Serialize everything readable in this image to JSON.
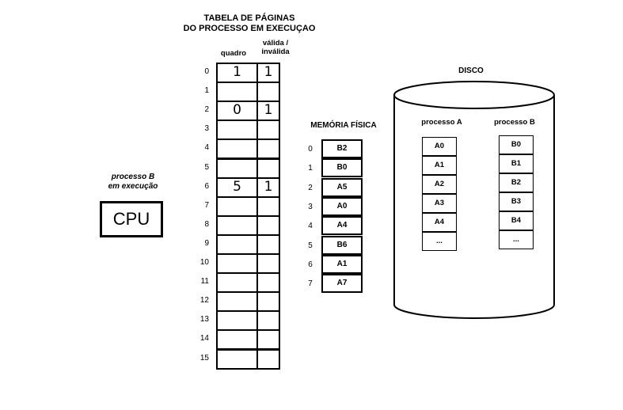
{
  "cpu": {
    "caption_line1": "processo B",
    "caption_line2": "em execução",
    "label": "CPU"
  },
  "page_table": {
    "title_line1": "TABELA DE PÁGINAS",
    "title_line2": "DO PROCESSO EM EXECUÇAO",
    "col_frame": "quadro",
    "col_valid_line1": "válida /",
    "col_valid_line2": "inválida",
    "rows": [
      {
        "index": "0",
        "frame": "1",
        "valid": "1"
      },
      {
        "index": "1",
        "frame": "",
        "valid": ""
      },
      {
        "index": "2",
        "frame": "0",
        "valid": "1"
      },
      {
        "index": "3",
        "frame": "",
        "valid": ""
      },
      {
        "index": "4",
        "frame": "",
        "valid": ""
      },
      {
        "index": "5",
        "frame": "",
        "valid": ""
      },
      {
        "index": "6",
        "frame": "5",
        "valid": "1"
      },
      {
        "index": "7",
        "frame": "",
        "valid": ""
      },
      {
        "index": "8",
        "frame": "",
        "valid": ""
      },
      {
        "index": "9",
        "frame": "",
        "valid": ""
      },
      {
        "index": "10",
        "frame": "",
        "valid": ""
      },
      {
        "index": "11",
        "frame": "",
        "valid": ""
      },
      {
        "index": "12",
        "frame": "",
        "valid": ""
      },
      {
        "index": "13",
        "frame": "",
        "valid": ""
      },
      {
        "index": "14",
        "frame": "",
        "valid": ""
      },
      {
        "index": "15",
        "frame": "",
        "valid": ""
      }
    ]
  },
  "physical_memory": {
    "title": "MEMÓRIA FÍSICA",
    "frames": [
      {
        "index": "0",
        "content": "B2"
      },
      {
        "index": "1",
        "content": "B0"
      },
      {
        "index": "2",
        "content": "A5"
      },
      {
        "index": "3",
        "content": "A0"
      },
      {
        "index": "4",
        "content": "A4"
      },
      {
        "index": "5",
        "content": "B6"
      },
      {
        "index": "6",
        "content": "A1"
      },
      {
        "index": "7",
        "content": "A7"
      }
    ]
  },
  "disk": {
    "title": "DISCO",
    "process_a": {
      "label": "processo A",
      "pages": [
        "A0",
        "A1",
        "A2",
        "A3",
        "A4",
        "..."
      ]
    },
    "process_b": {
      "label": "processo B",
      "pages": [
        "B0",
        "B1",
        "B2",
        "B3",
        "B4",
        "..."
      ]
    }
  }
}
